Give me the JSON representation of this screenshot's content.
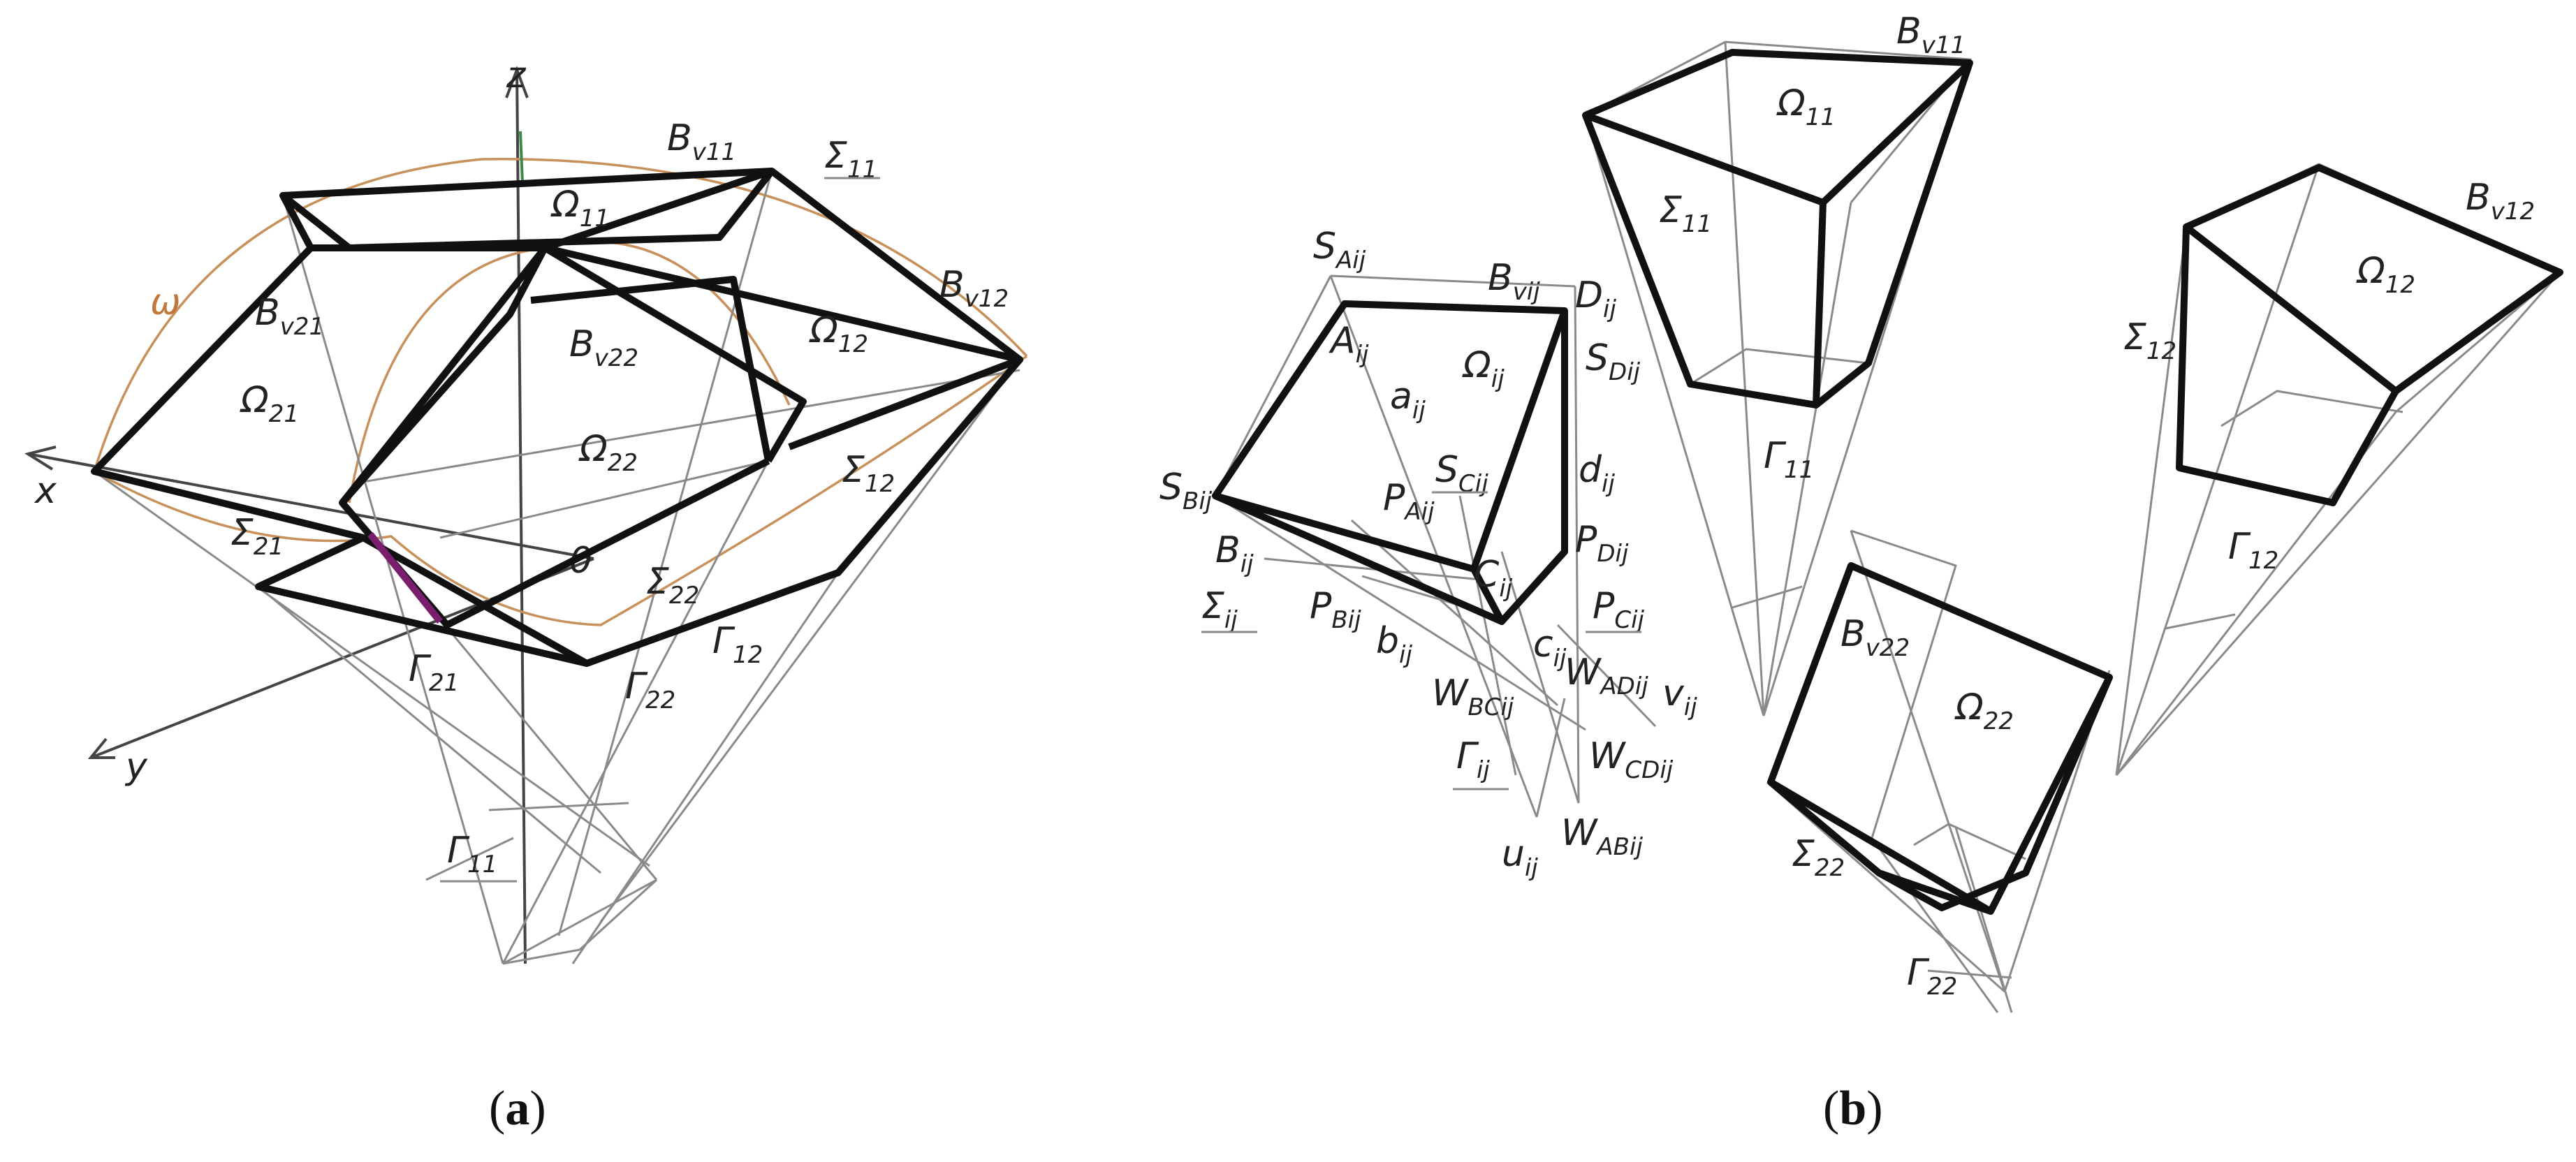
{
  "panels": {
    "a": {
      "caption_open": "(",
      "caption_letter": "a",
      "caption_close": ")",
      "axes": {
        "z": "z",
        "x": "x",
        "y": "y",
        "origin": "0"
      },
      "sphere_label": "ω"
    },
    "b": {
      "caption_open": "(",
      "caption_letter": "b",
      "caption_close": ")"
    }
  },
  "labels_a": [
    {
      "id": "Bv11",
      "main": "B",
      "sub": "v11"
    },
    {
      "id": "S11",
      "main": "Σ",
      "sub": "11"
    },
    {
      "id": "O11",
      "main": "Ω",
      "sub": "11"
    },
    {
      "id": "Bv12",
      "main": "B",
      "sub": "v12"
    },
    {
      "id": "O12",
      "main": "Ω",
      "sub": "12"
    },
    {
      "id": "Bv21",
      "main": "B",
      "sub": "v21"
    },
    {
      "id": "O21",
      "main": "Ω",
      "sub": "21"
    },
    {
      "id": "Bv22",
      "main": "B",
      "sub": "v22"
    },
    {
      "id": "O22",
      "main": "Ω",
      "sub": "22"
    },
    {
      "id": "S12",
      "main": "Σ",
      "sub": "12"
    },
    {
      "id": "S21",
      "main": "Σ",
      "sub": "21"
    },
    {
      "id": "S22",
      "main": "Σ",
      "sub": "22"
    },
    {
      "id": "G21",
      "main": "Γ",
      "sub": "21"
    },
    {
      "id": "G22",
      "main": "Γ",
      "sub": "22"
    },
    {
      "id": "G12",
      "main": "Γ",
      "sub": "12"
    },
    {
      "id": "G11",
      "main": "Γ",
      "sub": "11"
    }
  ],
  "labels_b_cell": [
    {
      "id": "SAij",
      "main": "S",
      "sub": "Aij"
    },
    {
      "id": "Bvij",
      "main": "B",
      "sub": "vij"
    },
    {
      "id": "Dij",
      "main": "D",
      "sub": "ij"
    },
    {
      "id": "SDij",
      "main": "S",
      "sub": "Dij"
    },
    {
      "id": "Aij",
      "main": "A",
      "sub": "ij"
    },
    {
      "id": "aij",
      "main": "a",
      "sub": "ij"
    },
    {
      "id": "Oij",
      "main": "Ω",
      "sub": "ij"
    },
    {
      "id": "SCij",
      "main": "S",
      "sub": "Cij"
    },
    {
      "id": "dij",
      "main": "d",
      "sub": "ij"
    },
    {
      "id": "SBij",
      "main": "S",
      "sub": "Bij"
    },
    {
      "id": "PAij",
      "main": "P",
      "sub": "Aij"
    },
    {
      "id": "PDij",
      "main": "P",
      "sub": "Dij"
    },
    {
      "id": "Bij",
      "main": "B",
      "sub": "ij"
    },
    {
      "id": "Cij",
      "main": "C",
      "sub": "ij"
    },
    {
      "id": "Sij",
      "main": "Σ",
      "sub": "ij"
    },
    {
      "id": "PBij",
      "main": "P",
      "sub": "Bij"
    },
    {
      "id": "PCij",
      "main": "P",
      "sub": "Cij"
    },
    {
      "id": "bij",
      "main": "b",
      "sub": "ij"
    },
    {
      "id": "cij",
      "main": "c",
      "sub": "ij"
    },
    {
      "id": "WADij",
      "main": "W",
      "sub": "ADij"
    },
    {
      "id": "vij",
      "main": "v",
      "sub": "ij"
    },
    {
      "id": "WBCij",
      "main": "W",
      "sub": "BCij"
    },
    {
      "id": "WCDij",
      "main": "W",
      "sub": "CDij"
    },
    {
      "id": "Gij",
      "main": "Γ",
      "sub": "ij"
    },
    {
      "id": "WABij",
      "main": "W",
      "sub": "ABij"
    },
    {
      "id": "uij",
      "main": "u",
      "sub": "ij"
    }
  ],
  "labels_b_others": [
    {
      "id": "Bv11b",
      "main": "B",
      "sub": "v11"
    },
    {
      "id": "O11b",
      "main": "Ω",
      "sub": "11"
    },
    {
      "id": "S11b",
      "main": "Σ",
      "sub": "11"
    },
    {
      "id": "G11b",
      "main": "Γ",
      "sub": "11"
    },
    {
      "id": "Bv12b",
      "main": "B",
      "sub": "v12"
    },
    {
      "id": "O12b",
      "main": "Ω",
      "sub": "12"
    },
    {
      "id": "S12b",
      "main": "Σ",
      "sub": "12"
    },
    {
      "id": "G12b",
      "main": "Γ",
      "sub": "12"
    },
    {
      "id": "Bv22b",
      "main": "B",
      "sub": "v22"
    },
    {
      "id": "O22b",
      "main": "Ω",
      "sub": "22"
    },
    {
      "id": "S22b",
      "main": "Σ",
      "sub": "22"
    },
    {
      "id": "G22b",
      "main": "Γ",
      "sub": "22"
    }
  ]
}
